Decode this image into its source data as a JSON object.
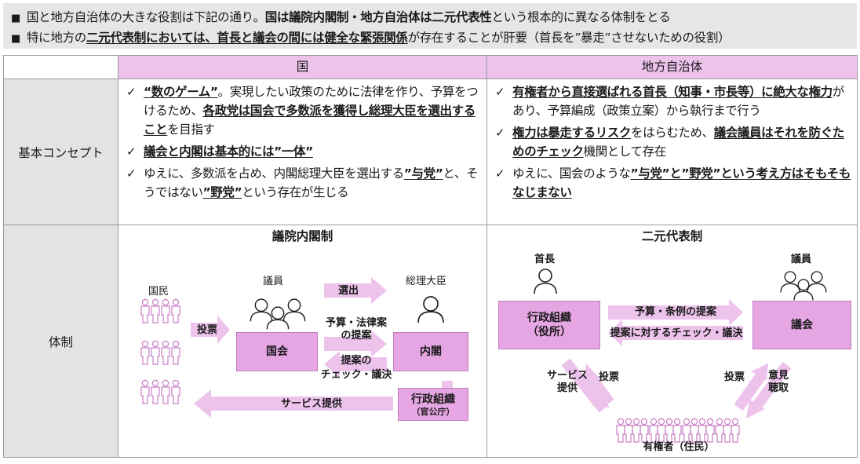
{
  "header": {
    "line1": {
      "bullet": "■",
      "p1": "国と地方自治体の大きな役割は下記の通り。",
      "p2": "国は議院内閣制・地方自治体は二元代表性",
      "p3": "という根本的に異なる体制をとる"
    },
    "line2": {
      "bullet": "■",
      "p1": "特に地方の",
      "p2": "二元代表制においては、首長と議会の間には健全な緊張関係",
      "p3": "が存在することが肝要（首長を”暴走”させないための役割）"
    }
  },
  "table": {
    "col_national": "国",
    "col_local": "地方自治体",
    "row_concept": "基本コンセプト",
    "row_system": "体制",
    "check_mark": "✓",
    "national_concept": {
      "c1": {
        "a": "“数のゲーム”",
        "b": "。実現したい政策のために法律を作り、予算をつけるため、",
        "c": "各政党は国会で多数派を獲得し総理大臣を選出すること",
        "d": "を目指す"
      },
      "c2": {
        "a": "議会と内閣は基本的には”一体”"
      },
      "c3": {
        "a": "ゆえに、多数派を占め、内閣総理大臣を選出する",
        "b": "”与党”",
        "c": "と、そうではない",
        "d": "”野党”",
        "e": "という存在が生じる"
      }
    },
    "local_concept": {
      "c1": {
        "a": "有権者から直接選ばれる首長（知事・市長等）に絶大な権力",
        "b": "があり、予算編成（政策立案）から執行まで行う"
      },
      "c2": {
        "a": "権力は暴走するリスク",
        "b": "をはらむため、",
        "c": "議会議員はそれを防ぐためのチェック",
        "d": "機関として存在"
      },
      "c3": {
        "a": "ゆえに、国会のような",
        "b": "”与党”と”野党”という考え方はそもそもなじまない"
      }
    }
  },
  "national_diagram": {
    "title": "議院内閣制",
    "citizens": "国民",
    "members": "議員",
    "prime_minister": "総理大臣",
    "vote": "投票",
    "elect": "選出",
    "proposal": "予算・法律案\nの提案",
    "check": "提案の\nチェック・議決",
    "parliament": "国会",
    "cabinet": "内閣",
    "admin": "行政組織",
    "admin_sub": "（官公庁）",
    "service": "サービス提供"
  },
  "local_diagram": {
    "title": "二元代表制",
    "head": "首長",
    "members": "議員",
    "admin": "行政組織",
    "admin_sub": "（役所）",
    "assembly": "議会",
    "proposal": "予算・条例の提案",
    "check": "提案に対するチェック・議決",
    "service": "サービス\n提供",
    "vote_left": "投票",
    "vote_right": "投票",
    "opinion": "意見\n聴取",
    "voters": "有権者（住民）"
  },
  "colors": {
    "accent": "#e6a6e4",
    "arrow": "#edc3ec",
    "header_bg": "#edc3ec",
    "label_bg": "#e3e3e3",
    "person": "#c77ec6"
  }
}
